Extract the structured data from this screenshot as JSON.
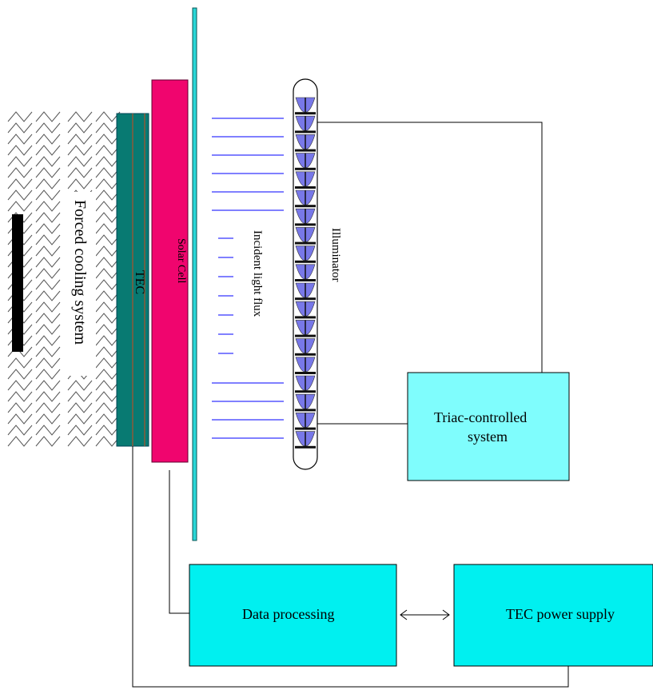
{
  "labels": {
    "forced_cooling": "Forced cooling system",
    "tec": "TEC",
    "solar_cell": "Solar Cell",
    "incident_flux": "Incident light flux",
    "illuminator": "Illuminator",
    "triac_line1": "Triac-controlled",
    "triac_line2": "system",
    "data_processing": "Data processing",
    "tec_power_supply": "TEC power supply"
  },
  "colors": {
    "tec": "#087a72",
    "solar_cell": "#f0056e",
    "glass_plate": "#2ad6d6",
    "triac_box": "#7ffdfd",
    "block_box": "#00f0f0",
    "flux_lines": "#8080ff",
    "lamp_fill": "#7878e8",
    "line": "#000000"
  }
}
